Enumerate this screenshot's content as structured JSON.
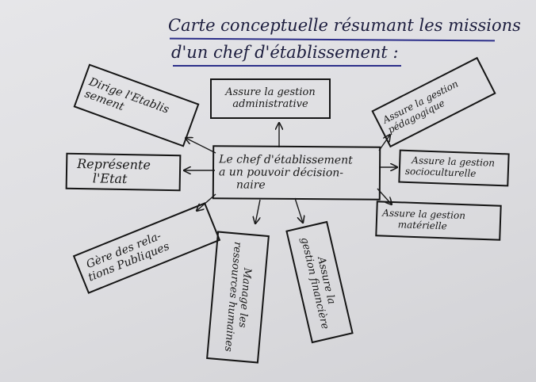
{
  "title": {
    "line1": "Carte conceptuelle résumant les missions",
    "line2": "d'un chef d'établissement :"
  },
  "center": {
    "lines": [
      "Le chef d'établissement",
      "a un pouvoir décision-",
      "naire"
    ]
  },
  "nodes": {
    "administrative": {
      "lines": [
        "Assure la gestion",
        "administrative"
      ]
    },
    "dirige": {
      "lines": [
        "Dirige l'Etablis",
        "sement"
      ]
    },
    "pedagogique": {
      "lines": [
        "Assure la gestion",
        "pédagogique"
      ]
    },
    "socioculturelle": {
      "lines": [
        "Assure la gestion",
        "socioculturelle"
      ]
    },
    "materielle": {
      "lines": [
        "Assure la gestion",
        "matérielle"
      ]
    },
    "represente": {
      "lines": [
        "Représente",
        "l'Etat"
      ]
    },
    "relations": {
      "lines": [
        "Gère des rela-",
        "tions Publiques"
      ]
    },
    "ressources": {
      "lines": [
        "Manage les",
        "ressources humaines"
      ]
    },
    "financiere": {
      "lines": [
        "Assure la",
        "gestion financière"
      ]
    }
  },
  "colors": {
    "paper": "#e3e3e6",
    "ink": "#181818",
    "title_ink": "#1c1d3e",
    "underline": "#2c2f8a"
  }
}
